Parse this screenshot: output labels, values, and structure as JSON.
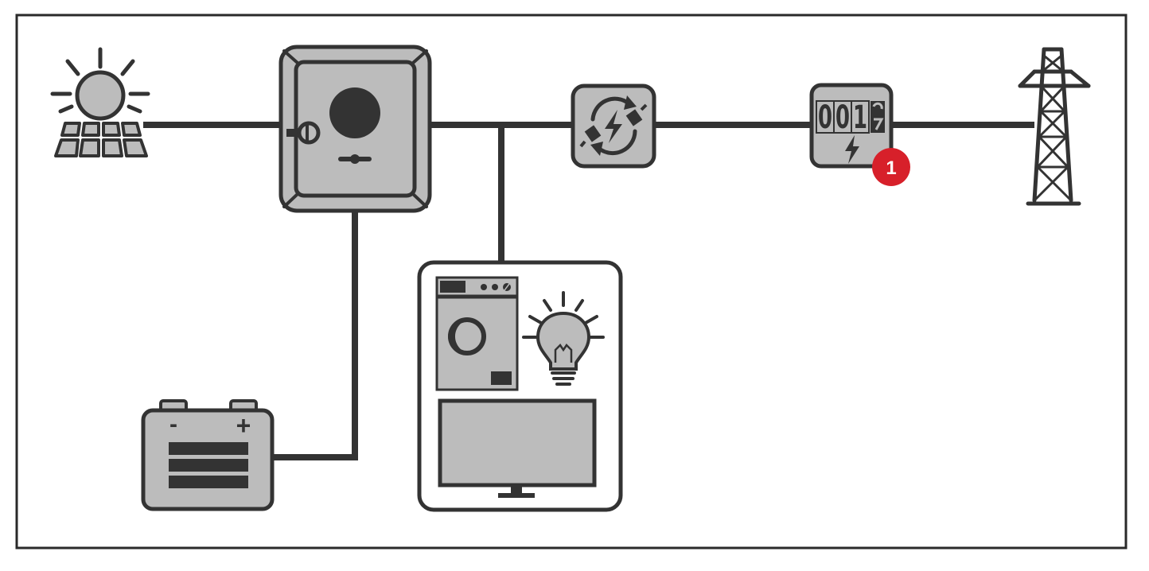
{
  "diagram": {
    "components": [
      {
        "id": "pv",
        "icon": "solar-panel-icon"
      },
      {
        "id": "inverter",
        "icon": "inverter-icon"
      },
      {
        "id": "battery",
        "icon": "battery-icon",
        "minus_label": "-",
        "plus_label": "+"
      },
      {
        "id": "loads",
        "icon": "household-loads-icon"
      },
      {
        "id": "connection",
        "icon": "grid-connection-icon"
      },
      {
        "id": "meter",
        "icon": "energy-meter-icon",
        "digits": [
          "0",
          "0",
          "1"
        ],
        "badge": "1"
      },
      {
        "id": "grid",
        "icon": "transmission-tower-icon"
      }
    ],
    "colors": {
      "line": "#333333",
      "device_fill": "#bcbcbc",
      "badge": "#d7202a",
      "frame": "#2a2a2a"
    }
  }
}
